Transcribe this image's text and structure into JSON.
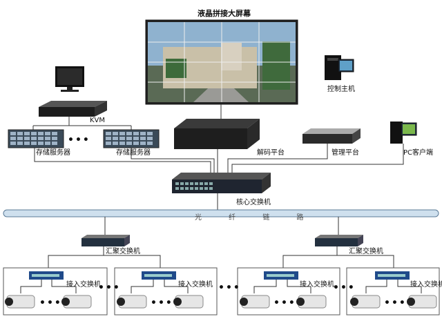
{
  "screen": {
    "title": "液晶拼接大屏幕"
  },
  "devices": {
    "control_host": "控制主机",
    "kvm": "KVM",
    "storage_server_1": "存储服务器",
    "storage_server_2": "存储服务器",
    "decode_platform": "解码平台",
    "manage_platform": "管理平台",
    "pc_client": "PC客户端",
    "core_switch": "核心交换机",
    "fiber_link": "光 纤 链 路",
    "agg_switch_left": "汇聚交换机",
    "agg_switch_right": "汇聚交换机",
    "access_switch_1": "接入交换机",
    "access_switch_2": "接入交换机",
    "access_switch_3": "接入交换机",
    "access_switch_4": "接入交换机"
  },
  "ellipsis": "•••"
}
